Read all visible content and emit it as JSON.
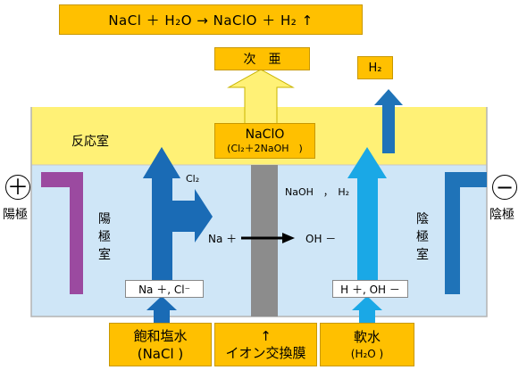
{
  "equation": "NaCl  ＋ H₂O  →  NaClO   ＋ H₂ ↑",
  "output_hypochlorite": "次　亜",
  "output_hydrogen": "H₂",
  "reaction_chamber": "反応室",
  "naclo_title": "NaClO",
  "naclo_formula": "(Cl₂＋2NaOH　)",
  "anode_sign": "＋",
  "anode_label": "陽極",
  "cathode_sign": "−",
  "cathode_label": "陰極",
  "anode_chamber": [
    "陽",
    "極",
    "室"
  ],
  "cathode_chamber": [
    "陰",
    "極",
    "室"
  ],
  "chlorine": "Cl₂",
  "na_ion": "Na ＋",
  "oh_ion": "OH －",
  "naoh_h2": "NaOH　，　H₂",
  "anode_ions": "Na ＋,  Cl⁻",
  "cathode_ions": "H ＋,  OH －",
  "input_brine_line1": "飽和塩水",
  "input_brine_line2": "(NaCl )",
  "membrane_arrow": "↑",
  "membrane_label": "イオン交換膜",
  "input_soft_line1": "軟水",
  "input_soft_line2": "(H₂O )",
  "colors": {
    "reaction_yellow": "#fff176",
    "chamber_blue": "#cfe6f7",
    "anode_purple": "#9b4aa0",
    "cathode_blue": "#1f73b8",
    "arrow_blue": "#1a6bb5",
    "arrow_light": "#1aa8e6",
    "label_orange": "#ffc000",
    "membrane_gray": "#8c8c8c"
  }
}
